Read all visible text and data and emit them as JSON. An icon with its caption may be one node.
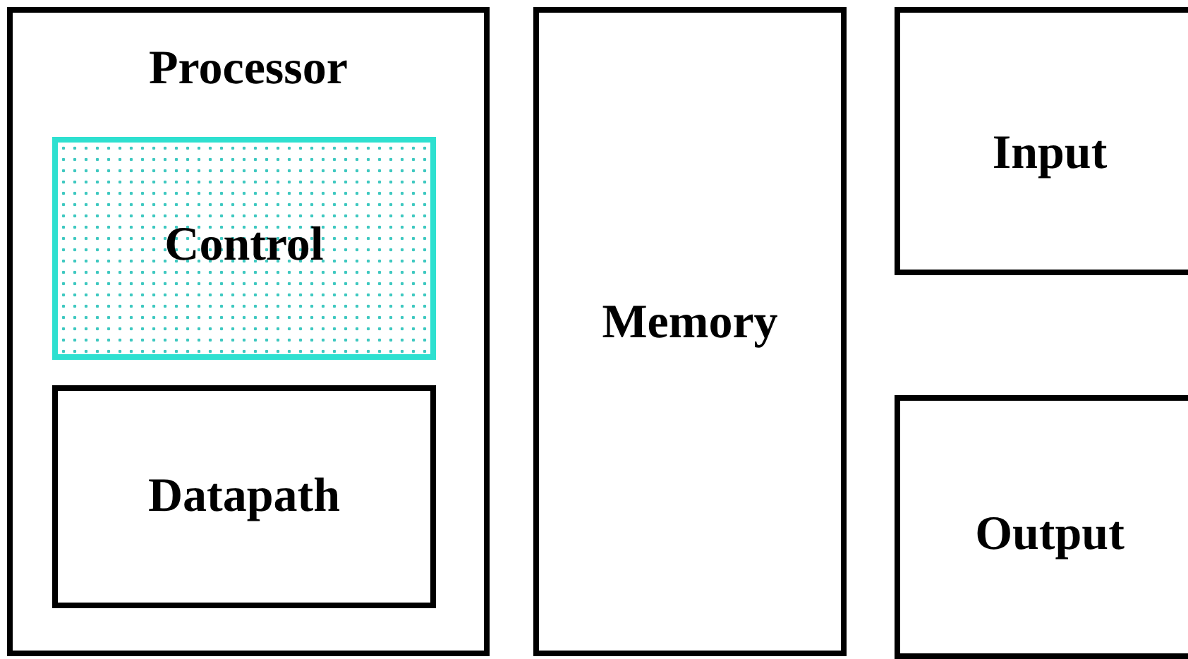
{
  "diagram": {
    "nodes": [
      {
        "text": [
          "Processor"
        ]
      },
      {
        "text": [
          "Control"
        ],
        "in": 0
      },
      {
        "text": [
          "Datapath"
        ],
        "in": 0
      },
      {
        "text": [
          "Memory"
        ]
      },
      {
        "text": [
          "Input"
        ]
      },
      {
        "text": [
          "Output"
        ]
      }
    ],
    "edges": []
  }
}
